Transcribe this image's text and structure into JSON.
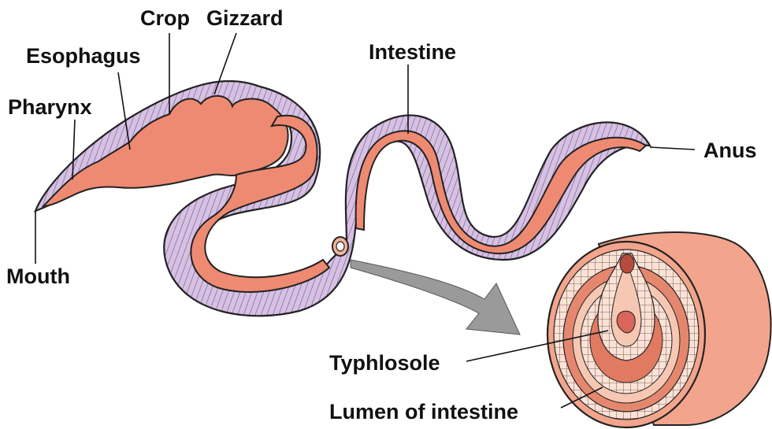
{
  "labels": {
    "mouth": "Mouth",
    "pharynx": "Pharynx",
    "esophagus": "Esophagus",
    "crop": "Crop",
    "gizzard": "Gizzard",
    "intestine": "Intestine",
    "anus": "Anus",
    "typhlosole": "Typhlosole",
    "lumen": "Lumen of intestine"
  },
  "colors": {
    "body": "#d9c3e6",
    "gut": "#ee8a72",
    "outline": "#222222",
    "arrow": "#9a9a9a",
    "section_outer": "#f2a58c"
  }
}
